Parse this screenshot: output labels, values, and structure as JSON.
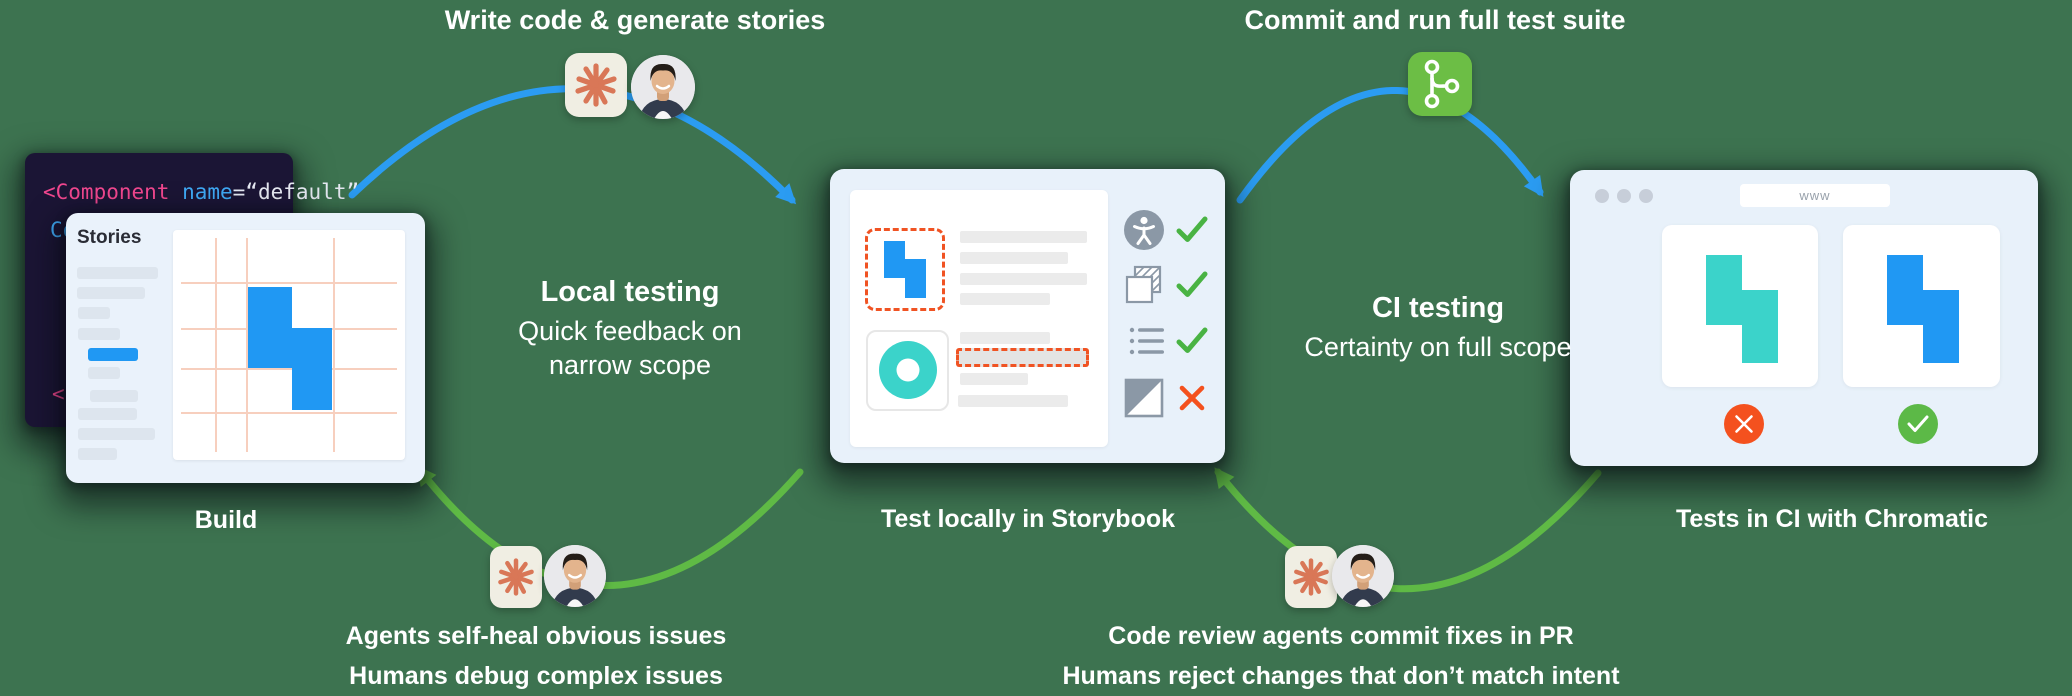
{
  "diagram": {
    "build": {
      "label": "Build",
      "editor": {
        "line1_tag": "<Component",
        "line1_attr": " name",
        "line1_eq": "=",
        "line1_value": "“default”",
        "line2_fragment": "Co",
        "line3_fragment": "<"
      },
      "stories": {
        "title": "Stories"
      }
    },
    "local_cycle": {
      "top_label": "Write code & generate stories",
      "title": "Local testing",
      "subtitle": "Quick feedback on narrow scope",
      "bottom_line1": "Agents self-heal obvious issues",
      "bottom_line2": "Humans debug complex issues"
    },
    "storybook": {
      "label": "Test locally in Storybook",
      "checklist": [
        {
          "icon": "accessibility",
          "status": "pass"
        },
        {
          "icon": "copies",
          "status": "pass"
        },
        {
          "icon": "list",
          "status": "pass"
        },
        {
          "icon": "contrast",
          "status": "fail"
        }
      ]
    },
    "ci_cycle": {
      "top_label": "Commit and run full test suite",
      "title": "CI testing",
      "subtitle": "Certainty on full scope",
      "bottom_line1": "Code review agents commit fixes in PR",
      "bottom_line2": "Humans reject changes that don’t match intent"
    },
    "chromatic": {
      "label": "Tests in CI with Chromatic",
      "url_text": "www",
      "left_snapshot_status": "fail",
      "right_snapshot_status": "pass"
    }
  },
  "colors": {
    "background": "#3d7350",
    "arc_blue": "#2b9cf2",
    "arc_green": "#5fba45",
    "storybook_blue": "#2098f3",
    "teal": "#3bd3ca",
    "highlight_orange": "#f05323",
    "fail_red": "#f4511e",
    "pass_green": "#5cb947",
    "claude_orange": "#d97757",
    "claude_chip_bg": "#f0eee3",
    "git_chip_green": "#6cbe45",
    "window_bg": "#e8f1fa",
    "editor_bg": "#1b1535",
    "code_pink": "#f1478f",
    "code_blue": "#3fa9f5"
  }
}
